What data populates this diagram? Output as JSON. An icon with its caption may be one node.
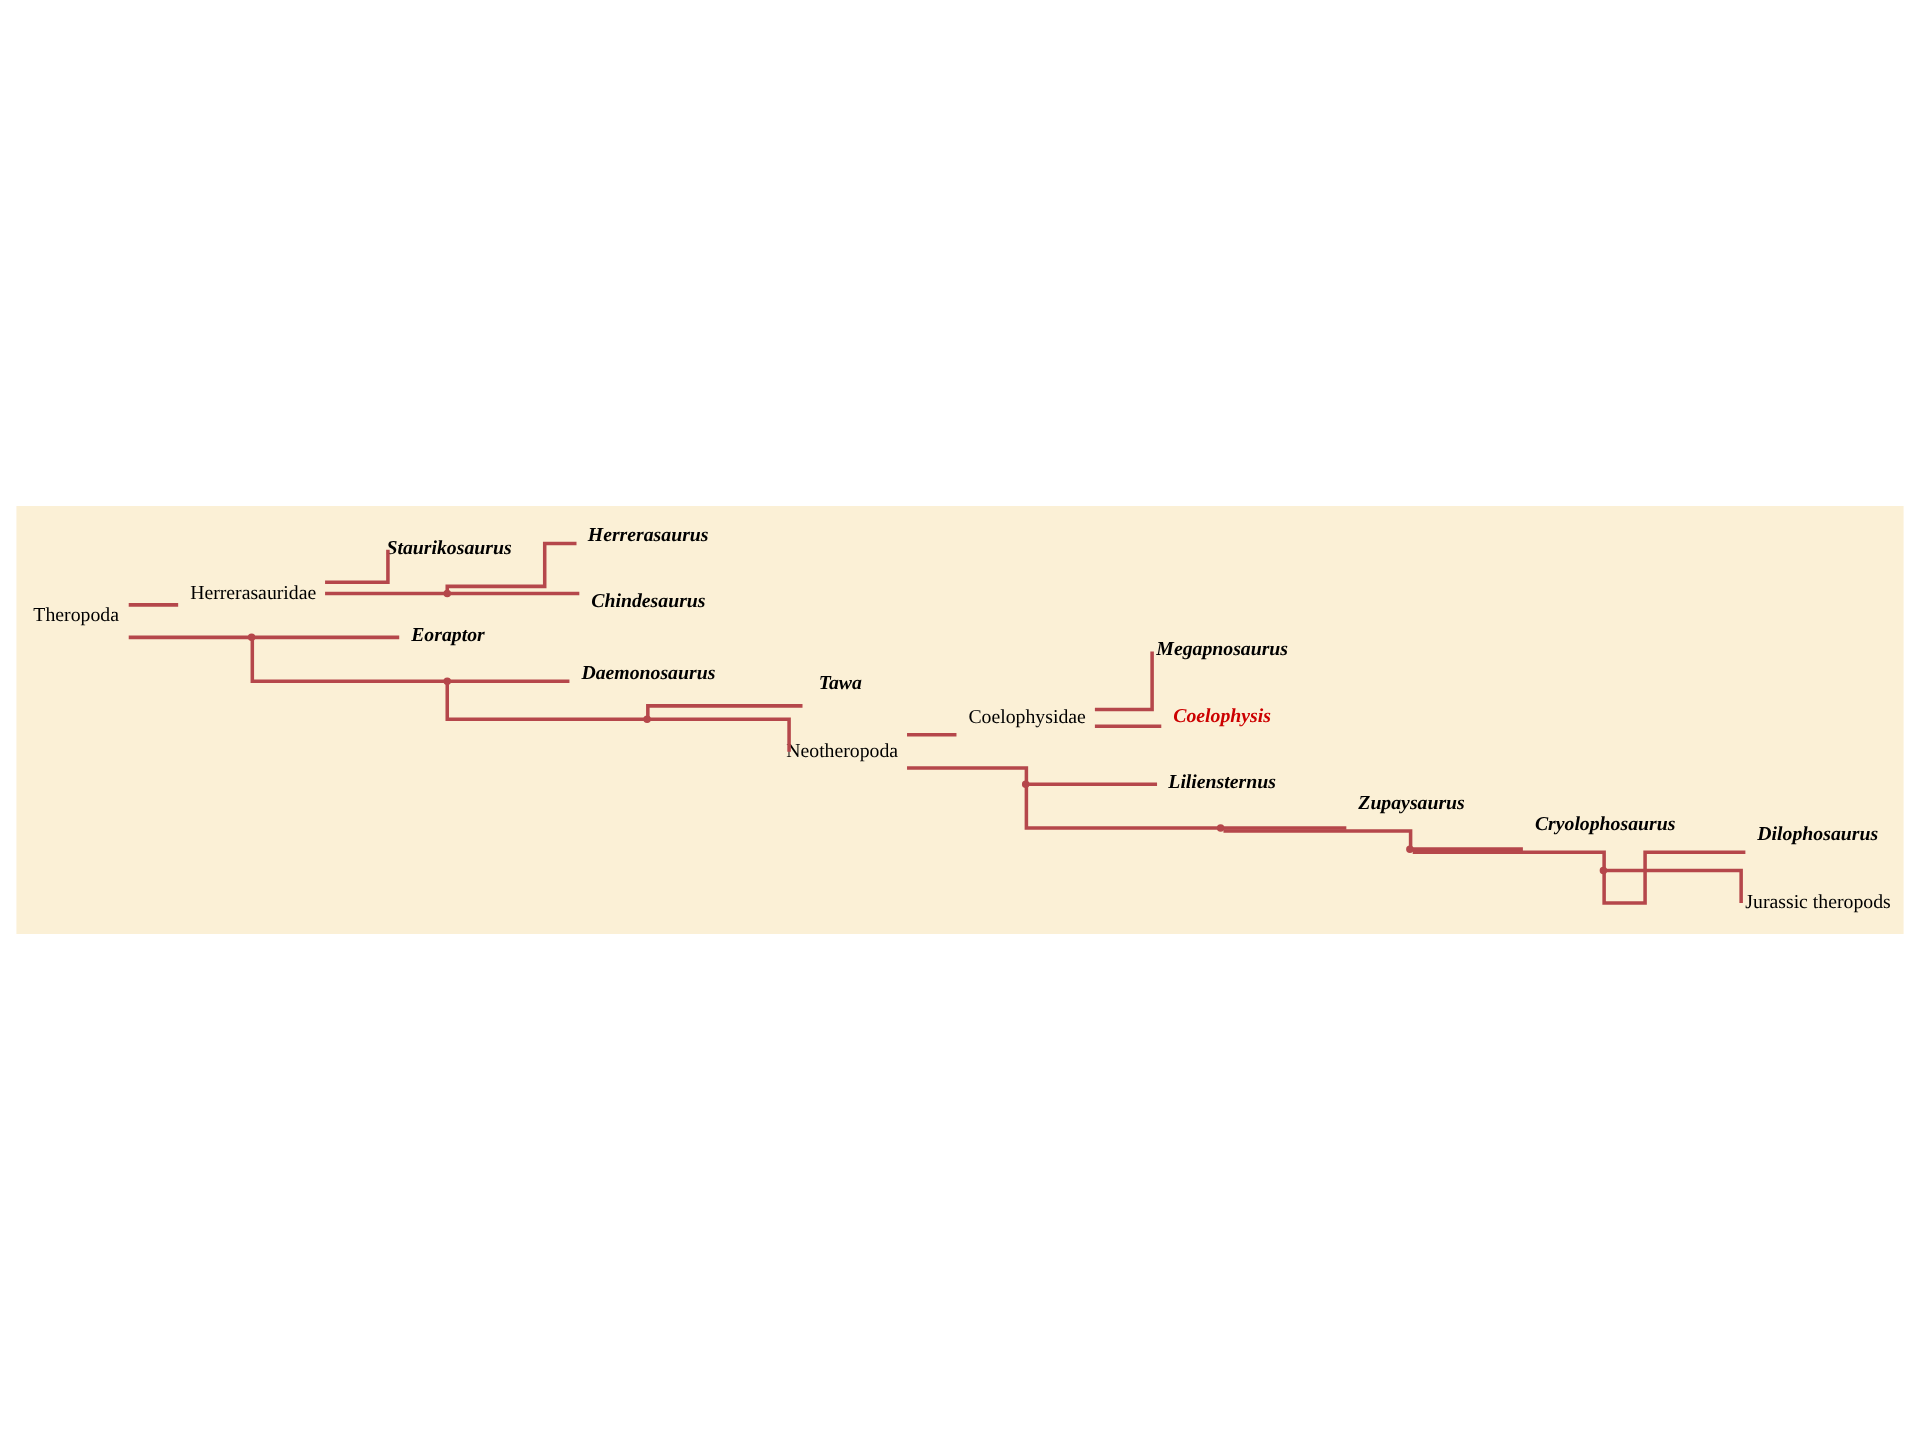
{
  "diagram": {
    "nodes": [
      {
        "text": [
          "Theropoda"
        ]
      },
      {
        "text": [
          "Herrerasauridae"
        ]
      },
      {
        "text": [
          "Staurikosaurus"
        ]
      },
      {
        "text": [],
        "shape": "point"
      },
      {
        "text": [
          "Herrerasaurus"
        ]
      },
      {
        "text": [
          "Chindesaurus"
        ]
      },
      {
        "text": [],
        "shape": "point"
      },
      {
        "text": [
          "Eoraptor"
        ]
      },
      {
        "text": [],
        "shape": "point"
      },
      {
        "text": [
          "Daemonosaurus"
        ]
      },
      {
        "text": [],
        "shape": "point"
      },
      {
        "text": [
          "Tawa"
        ]
      },
      {
        "text": [
          "Neotheropoda"
        ]
      },
      {
        "text": [
          "Coelophysidae"
        ]
      },
      {
        "text": [
          "Megapnosaurus"
        ]
      },
      {
        "text": [
          "Coelophysis"
        ]
      },
      {
        "text": [],
        "shape": "point"
      },
      {
        "text": [
          "Liliensternus"
        ]
      },
      {
        "text": [],
        "shape": "point"
      },
      {
        "text": [
          "Zupaysaurus"
        ]
      },
      {
        "text": [],
        "shape": "point"
      },
      {
        "text": [
          "Cryolophosaurus"
        ]
      },
      {
        "text": [],
        "shape": "point"
      },
      {
        "text": [
          "Dilophosaurus"
        ]
      },
      {
        "text": [
          "Jurassic theropods"
        ]
      }
    ],
    "edges": [
      {
        "from": 0,
        "to": 1,
        "arrow": "none"
      },
      {
        "from": 0,
        "to": 6,
        "arrow": "none"
      },
      {
        "from": 1,
        "to": 2,
        "arrow": "none"
      },
      {
        "from": 1,
        "to": 3,
        "arrow": "none"
      },
      {
        "from": 3,
        "to": 4,
        "arrow": "none"
      },
      {
        "from": 3,
        "to": 5,
        "arrow": "none"
      },
      {
        "from": 6,
        "to": 7,
        "arrow": "none"
      },
      {
        "from": 6,
        "to": 8,
        "arrow": "none"
      },
      {
        "from": 8,
        "to": 9,
        "arrow": "none"
      },
      {
        "from": 8,
        "to": 10,
        "arrow": "none"
      },
      {
        "from": 10,
        "to": 11,
        "arrow": "none"
      },
      {
        "from": 10,
        "to": 12,
        "arrow": "none"
      },
      {
        "from": 12,
        "to": 13,
        "arrow": "none"
      },
      {
        "from": 12,
        "to": 16,
        "arrow": "none"
      },
      {
        "from": 13,
        "to": 14,
        "arrow": "none"
      },
      {
        "from": 13,
        "to": 15,
        "arrow": "none"
      },
      {
        "from": 16,
        "to": 17,
        "arrow": "none"
      },
      {
        "from": 16,
        "to": 18,
        "arrow": "none"
      },
      {
        "from": 18,
        "to": 19,
        "arrow": "none"
      },
      {
        "from": 18,
        "to": 20,
        "arrow": "none"
      },
      {
        "from": 20,
        "to": 21,
        "arrow": "none"
      },
      {
        "from": 20,
        "to": 22,
        "arrow": "none"
      },
      {
        "from": 22,
        "to": 23,
        "arrow": "none"
      },
      {
        "from": 22,
        "to": 24,
        "arrow": "none"
      }
    ]
  }
}
